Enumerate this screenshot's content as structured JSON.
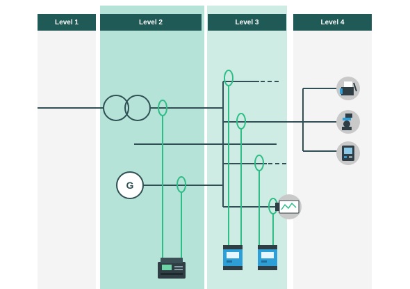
{
  "levels": [
    {
      "label": "Level 1"
    },
    {
      "label": "Level 2"
    },
    {
      "label": "Level 3"
    },
    {
      "label": "Level 4"
    }
  ],
  "generator_label": "G",
  "colors": {
    "header": "#1f5a56",
    "level_bg_gray": "#f4f4f4",
    "level2_bg": "#b5e3d7",
    "level3_bg": "#cfece4",
    "bus_line": "#2f4f55",
    "sensor_line": "#2ebd86",
    "device_blue": "#2d9fd6",
    "device_dark": "#2e3e44"
  },
  "icons": [
    "transformer-icon",
    "generator-icon",
    "current-sensor-icon",
    "power-meter-icon",
    "load-monitor-icon",
    "machine-load-icon"
  ]
}
